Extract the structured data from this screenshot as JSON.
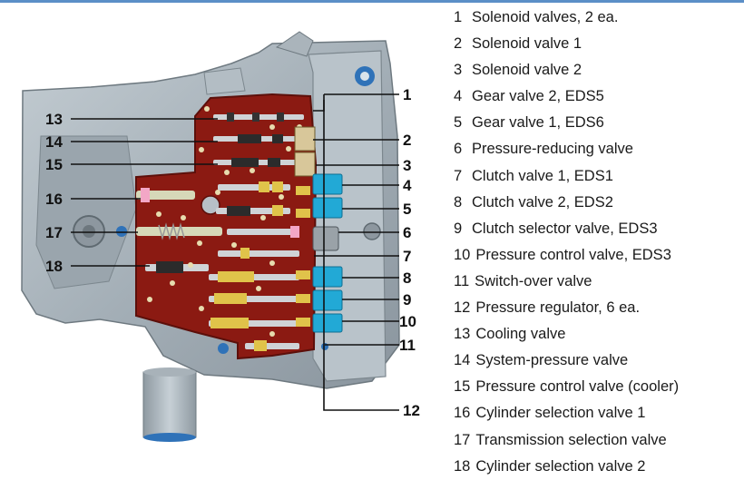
{
  "legend": [
    {
      "num": "1",
      "label": "Solenoid valves, 2 ea."
    },
    {
      "num": "2",
      "label": "Solenoid valve 1"
    },
    {
      "num": "3",
      "label": "Solenoid valve 2"
    },
    {
      "num": "4",
      "label": "Gear valve 2, EDS5"
    },
    {
      "num": "5",
      "label": "Gear valve 1, EDS6"
    },
    {
      "num": "6",
      "label": "Pressure-reducing valve"
    },
    {
      "num": "7",
      "label": "Clutch valve 1, EDS1"
    },
    {
      "num": "8",
      "label": "Clutch valve 2, EDS2"
    },
    {
      "num": "9",
      "label": "Clutch selector valve, EDS3"
    },
    {
      "num": "10",
      "label": "Pressure control valve, EDS3"
    },
    {
      "num": "11",
      "label": "Switch-over valve"
    },
    {
      "num": "12",
      "label": "Pressure regulator, 6 ea."
    },
    {
      "num": "13",
      "label": "Cooling valve"
    },
    {
      "num": "14",
      "label": "System-pressure valve"
    },
    {
      "num": "15",
      "label": "Pressure control valve (cooler)"
    },
    {
      "num": "16",
      "label": "Cylinder selection valve 1"
    },
    {
      "num": "17",
      "label": "Transmission selection valve"
    },
    {
      "num": "18",
      "label": "Cylinder selection valve 2"
    }
  ],
  "colors": {
    "housing": "#a7b2ba",
    "valve_body": "#8b1a12",
    "accent_rule": "#5b8fc7",
    "cyan_modules": "#22a9d6",
    "spool_yellow": "#e0c34a"
  }
}
